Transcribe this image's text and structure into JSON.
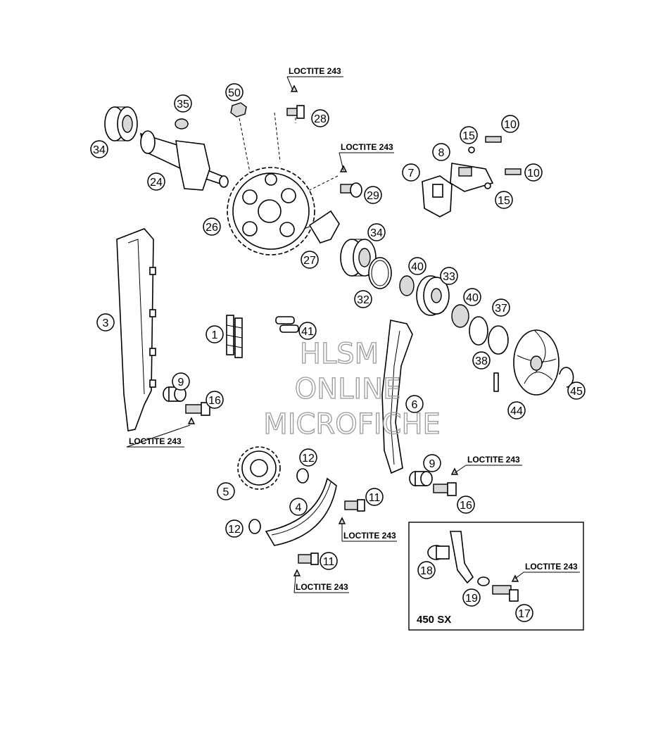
{
  "callouts": [
    {
      "label": "50"
    },
    {
      "label": "35"
    },
    {
      "label": "34"
    },
    {
      "label": "24"
    },
    {
      "label": "28"
    },
    {
      "label": "26"
    },
    {
      "label": "29"
    },
    {
      "label": "27"
    },
    {
      "label": "10"
    },
    {
      "label": "15"
    },
    {
      "label": "8"
    },
    {
      "label": "7"
    },
    {
      "label": "10"
    },
    {
      "label": "15"
    },
    {
      "label": "34"
    },
    {
      "label": "40"
    },
    {
      "label": "33"
    },
    {
      "label": "32"
    },
    {
      "label": "40"
    },
    {
      "label": "37"
    },
    {
      "label": "38"
    },
    {
      "label": "45"
    },
    {
      "label": "44"
    },
    {
      "label": "3"
    },
    {
      "label": "1"
    },
    {
      "label": "41"
    },
    {
      "label": "9"
    },
    {
      "label": "16"
    },
    {
      "label": "6"
    },
    {
      "label": "12"
    },
    {
      "label": "5"
    },
    {
      "label": "4"
    },
    {
      "label": "11"
    },
    {
      "label": "12"
    },
    {
      "label": "11"
    },
    {
      "label": "9"
    },
    {
      "label": "16"
    },
    {
      "label": "18"
    },
    {
      "label": "19"
    },
    {
      "label": "17"
    }
  ],
  "notes": [
    {
      "text": "LOCTITE 243"
    },
    {
      "text": "LOCTITE 243"
    },
    {
      "text": "LOCTITE 243"
    },
    {
      "text": "LOCTITE 243"
    },
    {
      "text": "LOCTITE 243"
    },
    {
      "text": "LOCTITE 243"
    },
    {
      "text": "LOCTITE 243"
    }
  ],
  "inset": {
    "title": "450 SX"
  },
  "watermark": {
    "line1": "HLSM",
    "line2": "ONLINE",
    "line3": "MICROFICHE"
  }
}
